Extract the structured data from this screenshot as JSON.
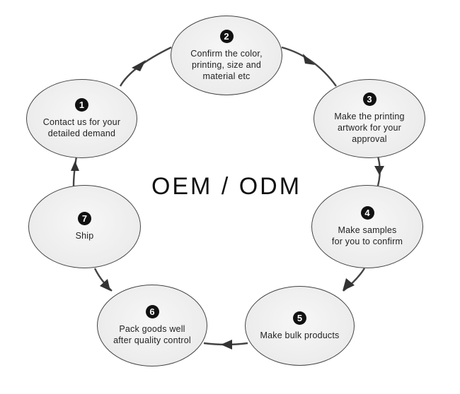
{
  "title": "OEM / ODM",
  "steps": [
    {
      "number": "1",
      "label": "Contact us for your\ndetailed demand"
    },
    {
      "number": "2",
      "label": "Confirm the color,\nprinting, size and\nmaterial etc"
    },
    {
      "number": "3",
      "label": "Make the printing\nartwork for your\napproval"
    },
    {
      "number": "4",
      "label": "Make samples\nfor you to confirm"
    },
    {
      "number": "5",
      "label": "Make bulk products"
    },
    {
      "number": "6",
      "label": "Pack goods well\nafter quality control"
    },
    {
      "number": "7",
      "label": "Ship"
    }
  ],
  "colors": {
    "stroke": "#444444",
    "badge": "#111111",
    "fill": "#ececec"
  }
}
